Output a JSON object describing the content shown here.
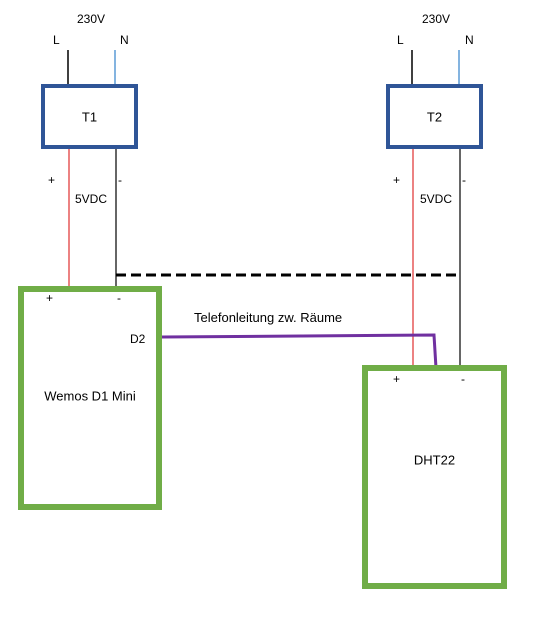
{
  "colors": {
    "transformer_border": "#2f5597",
    "module_border": "#70ad47",
    "live_wire": "#000000",
    "neutral_wire": "#5b9bd5",
    "positive_wire": "#e03030",
    "negative_wire": "#000000",
    "data_wire": "#7030a0"
  },
  "t1": {
    "voltage": "230V",
    "live": "L",
    "neutral": "N",
    "name": "T1",
    "plus": "+",
    "minus": "-",
    "dc": "5VDC"
  },
  "t2": {
    "voltage": "230V",
    "live": "L",
    "neutral": "N",
    "name": "T2",
    "plus": "+",
    "minus": "-",
    "dc": "5VDC"
  },
  "wemos": {
    "name": "Wemos D1 Mini",
    "plus": "+",
    "minus": "-",
    "pin": "D2"
  },
  "dht": {
    "name": "DHT22",
    "plus": "+",
    "minus": "-"
  },
  "link_label": "Telefonleitung zw. Räume"
}
